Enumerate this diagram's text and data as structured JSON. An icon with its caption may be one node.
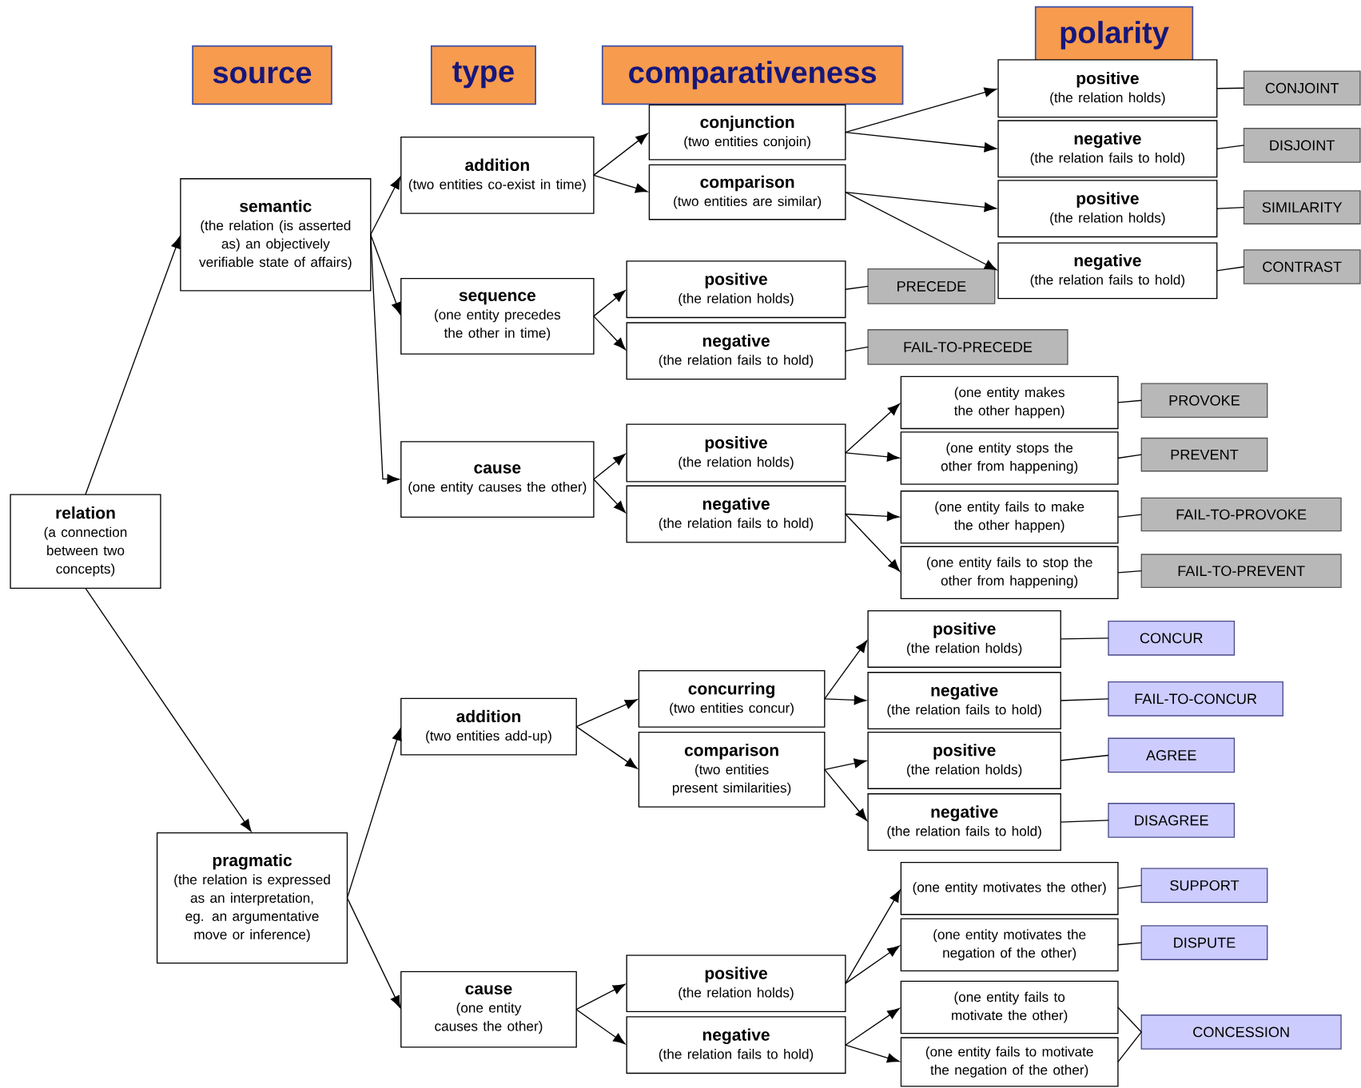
{
  "diagram": {
    "nodes": [
      {
        "text": [
          "polarity"
        ]
      },
      {
        "text": [
          "source"
        ]
      },
      {
        "text": [
          "type"
        ]
      },
      {
        "text": [
          "comparativeness"
        ]
      },
      {
        "text": [
          "relation",
          "(a connection between two concepts)"
        ]
      },
      {
        "text": [
          "semantic",
          "(the relation (is asserted as) an objectively verifiable state of affairs)"
        ]
      },
      {
        "text": [
          "addition",
          "(two entities co-exist in time)"
        ]
      },
      {
        "text": [
          "sequence",
          "(one entity precedes the other in time)"
        ]
      },
      {
        "text": [
          "cause",
          "(one entity causes the other)"
        ]
      },
      {
        "text": [
          "conjunction",
          "(two entities conjoin)"
        ]
      },
      {
        "text": [
          "comparison",
          "(two entities are similar)"
        ]
      },
      {
        "text": [
          "positive",
          "(the relation holds)"
        ]
      },
      {
        "text": [
          "negative",
          "(the relation fails to hold)"
        ]
      },
      {
        "text": [
          "positive",
          "(the relation holds)"
        ]
      },
      {
        "text": [
          "negative",
          "(the relation fails to hold)"
        ]
      },
      {
        "text": [
          "CONJOINT"
        ]
      },
      {
        "text": [
          "DISJOINT"
        ]
      },
      {
        "text": [
          "SIMILARITY"
        ]
      },
      {
        "text": [
          "CONTRAST"
        ]
      },
      {
        "text": [
          "positive",
          "(the relation holds)"
        ]
      },
      {
        "text": [
          "negative",
          "(the relation fails to hold)"
        ]
      },
      {
        "text": [
          "PRECEDE"
        ]
      },
      {
        "text": [
          "FAIL-TO-PRECEDE"
        ]
      },
      {
        "text": [
          "positive",
          "(the relation holds)"
        ]
      },
      {
        "text": [
          "negative",
          "(the relation fails to hold)"
        ]
      },
      {
        "text": [
          "(one entity makes the other happen)"
        ]
      },
      {
        "text": [
          "(one entity stops the other from happening)"
        ]
      },
      {
        "text": [
          "(one entity fails to make the other happen)"
        ]
      },
      {
        "text": [
          "(one entity fails to stop the other from happening)"
        ]
      },
      {
        "text": [
          "PROVOKE"
        ]
      },
      {
        "text": [
          "PREVENT"
        ]
      },
      {
        "text": [
          "FAIL-TO-PROVOKE"
        ]
      },
      {
        "text": [
          "FAIL-TO-PREVENT"
        ]
      },
      {
        "text": [
          "pragmatic",
          "(the relation is expressed as an interpretation, eg. an argumentative move or inference)"
        ]
      },
      {
        "text": [
          "addition",
          "(two entities add-up)"
        ]
      },
      {
        "text": [
          "cause",
          "(one entity causes the other)"
        ]
      },
      {
        "text": [
          "concurring",
          "(two entities concur)"
        ]
      },
      {
        "text": [
          "comparison",
          "(two entities present similarities)"
        ]
      },
      {
        "text": [
          "positive",
          "(the relation holds)"
        ]
      },
      {
        "text": [
          "negative",
          "(the relation fails to hold)"
        ]
      },
      {
        "text": [
          "positive",
          "(the relation holds)"
        ]
      },
      {
        "text": [
          "negative",
          "(the relation fails to hold)"
        ]
      },
      {
        "text": [
          "CONCUR"
        ]
      },
      {
        "text": [
          "FAIL-TO-CONCUR"
        ]
      },
      {
        "text": [
          "AGREE"
        ]
      },
      {
        "text": [
          "DISAGREE"
        ]
      },
      {
        "text": [
          "positive",
          "(the relation holds)"
        ]
      },
      {
        "text": [
          "negative",
          "(the relation fails to hold)"
        ]
      },
      {
        "text": [
          "(one entity motivates the other)"
        ]
      },
      {
        "text": [
          "(one entity motivates the negation of the other)"
        ]
      },
      {
        "text": [
          "(one entity fails to motivate the other)"
        ]
      },
      {
        "text": [
          "(one entity fails to motivate the negation of the other)"
        ]
      },
      {
        "text": [
          "SUPPORT"
        ]
      },
      {
        "text": [
          "DISPUTE"
        ]
      },
      {
        "text": [
          "CONCESSION"
        ]
      }
    ],
    "edges": [
      {
        "from": 4,
        "to": 5,
        "arrow": "to"
      },
      {
        "from": 4,
        "to": 33,
        "arrow": "to"
      },
      {
        "from": 5,
        "to": 6,
        "arrow": "to"
      },
      {
        "from": 5,
        "to": 7,
        "arrow": "to"
      },
      {
        "from": 5,
        "to": 8,
        "arrow": "to"
      },
      {
        "from": 6,
        "to": 9,
        "arrow": "to"
      },
      {
        "from": 6,
        "to": 10,
        "arrow": "to"
      },
      {
        "from": 9,
        "to": 11,
        "arrow": "to"
      },
      {
        "from": 9,
        "to": 12,
        "arrow": "to"
      },
      {
        "from": 10,
        "to": 13,
        "arrow": "to"
      },
      {
        "from": 10,
        "to": 14,
        "arrow": "to"
      },
      {
        "from": 7,
        "to": 19,
        "arrow": "to"
      },
      {
        "from": 7,
        "to": 20,
        "arrow": "to"
      },
      {
        "from": 8,
        "to": 23,
        "arrow": "to"
      },
      {
        "from": 8,
        "to": 24,
        "arrow": "to"
      },
      {
        "from": 23,
        "to": 25,
        "arrow": "to"
      },
      {
        "from": 23,
        "to": 26,
        "arrow": "to"
      },
      {
        "from": 24,
        "to": 27,
        "arrow": "to"
      },
      {
        "from": 24,
        "to": 28,
        "arrow": "to"
      },
      {
        "from": 33,
        "to": 34,
        "arrow": "to"
      },
      {
        "from": 33,
        "to": 35,
        "arrow": "to"
      },
      {
        "from": 34,
        "to": 36,
        "arrow": "to"
      },
      {
        "from": 34,
        "to": 37,
        "arrow": "to"
      },
      {
        "from": 36,
        "to": 38,
        "arrow": "to"
      },
      {
        "from": 36,
        "to": 39,
        "arrow": "to"
      },
      {
        "from": 37,
        "to": 40,
        "arrow": "to"
      },
      {
        "from": 37,
        "to": 41,
        "arrow": "to"
      },
      {
        "from": 35,
        "to": 46,
        "arrow": "to"
      },
      {
        "from": 35,
        "to": 47,
        "arrow": "to"
      },
      {
        "from": 46,
        "to": 48,
        "arrow": "to"
      },
      {
        "from": 46,
        "to": 49,
        "arrow": "to"
      },
      {
        "from": 47,
        "to": 50,
        "arrow": "to"
      },
      {
        "from": 47,
        "to": 51,
        "arrow": "to"
      },
      {
        "from": 11,
        "to": 15,
        "arrow": "none"
      },
      {
        "from": 12,
        "to": 16,
        "arrow": "none"
      },
      {
        "from": 13,
        "to": 17,
        "arrow": "none"
      },
      {
        "from": 14,
        "to": 18,
        "arrow": "none"
      },
      {
        "from": 19,
        "to": 21,
        "arrow": "none"
      },
      {
        "from": 20,
        "to": 22,
        "arrow": "none"
      },
      {
        "from": 25,
        "to": 29,
        "arrow": "none"
      },
      {
        "from": 26,
        "to": 30,
        "arrow": "none"
      },
      {
        "from": 27,
        "to": 31,
        "arrow": "none"
      },
      {
        "from": 28,
        "to": 32,
        "arrow": "none"
      },
      {
        "from": 38,
        "to": 42,
        "arrow": "none"
      },
      {
        "from": 39,
        "to": 43,
        "arrow": "none"
      },
      {
        "from": 40,
        "to": 44,
        "arrow": "none"
      },
      {
        "from": 41,
        "to": 45,
        "arrow": "none"
      },
      {
        "from": 48,
        "to": 52,
        "arrow": "none"
      },
      {
        "from": 49,
        "to": 53,
        "arrow": "none"
      },
      {
        "from": 50,
        "to": 54,
        "arrow": "none"
      },
      {
        "from": 51,
        "to": 54,
        "arrow": "none"
      }
    ]
  }
}
